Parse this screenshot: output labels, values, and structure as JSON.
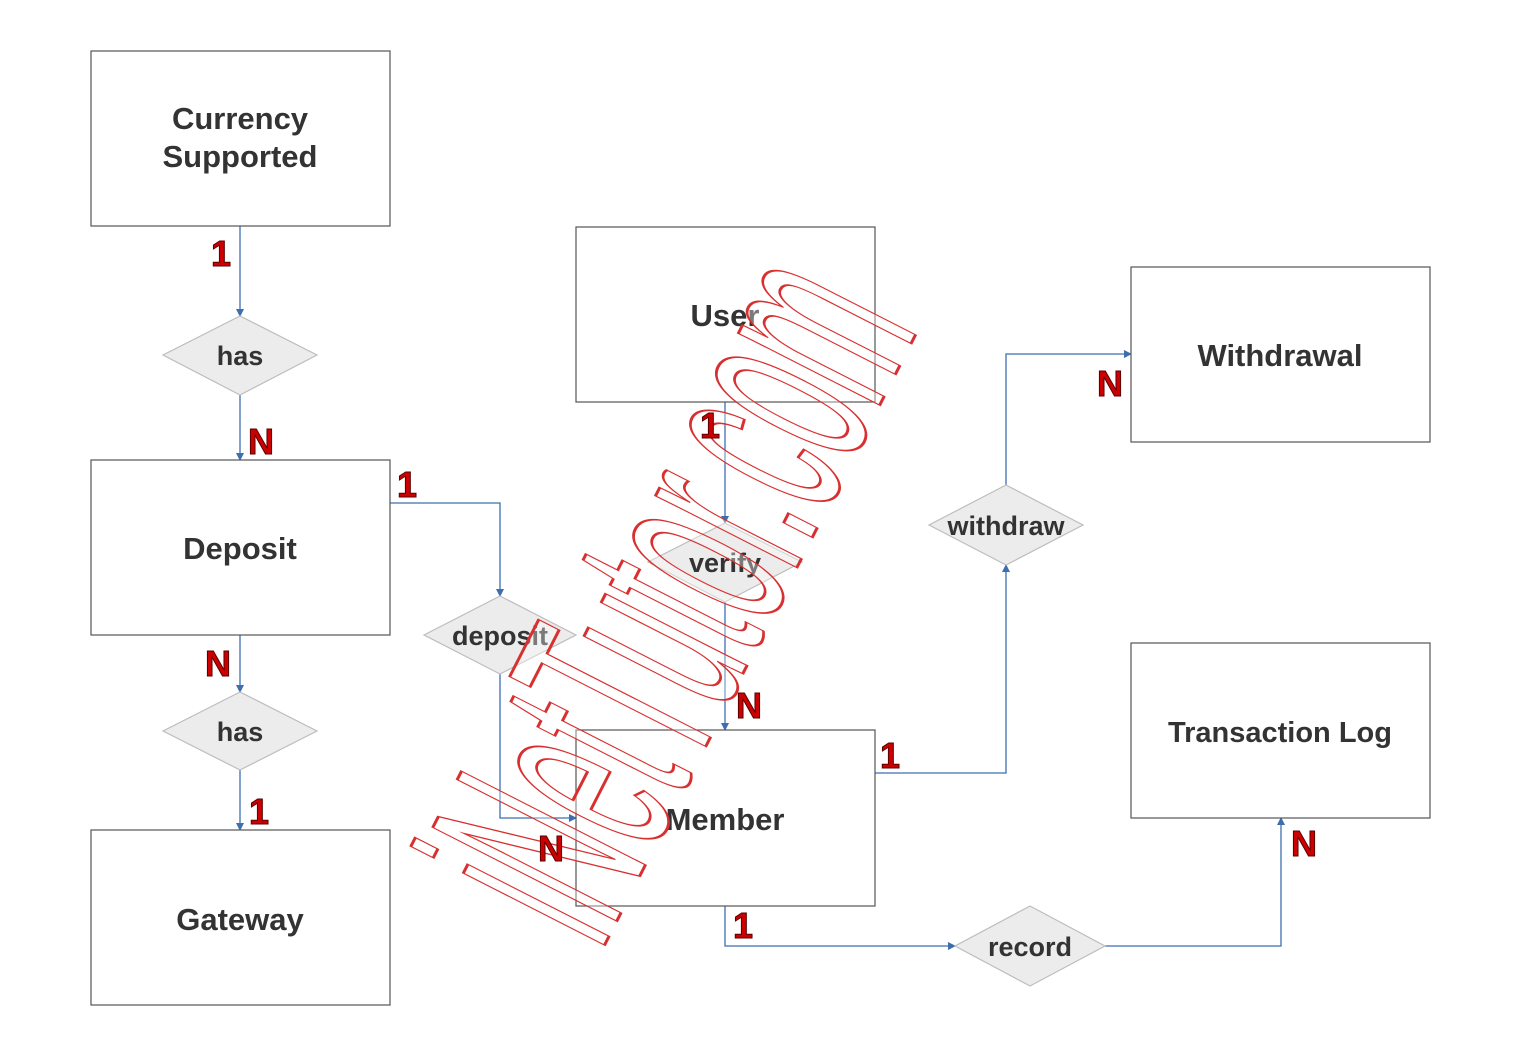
{
  "entities": {
    "currency_supported": {
      "line1": "Currency",
      "line2": "Supported"
    },
    "deposit": "Deposit",
    "gateway": "Gateway",
    "user": "User",
    "member": "Member",
    "withdrawal": "Withdrawal",
    "transaction_log": "Transaction Log"
  },
  "relationships": {
    "has_currency_deposit": "has",
    "has_deposit_gateway": "has",
    "deposit": "deposit",
    "verify": "verify",
    "withdraw": "withdraw",
    "record": "record"
  },
  "cardinalities": {
    "currency_has": "1",
    "has_deposit": "N",
    "deposit_deposit": "1",
    "deposit_has": "N",
    "has_gateway": "1",
    "user_verify": "1",
    "verify_member": "N",
    "deposit_member": "N",
    "member_withdraw": "1",
    "withdraw_withdrawal": "N",
    "member_record": "1",
    "record_transaction": "N"
  },
  "watermark": "iNetTutor.com",
  "colors": {
    "connector": "#3d6fb0",
    "cardinality": "#cc0000",
    "relationship_fill": "#ececec",
    "watermark_outline": "#d83030"
  }
}
